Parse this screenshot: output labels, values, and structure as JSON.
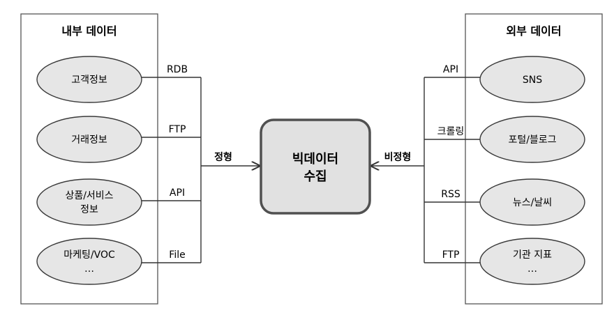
{
  "internal": {
    "title": "내부 데이터",
    "sources": [
      {
        "lines": [
          "고객정보"
        ],
        "protocol": "RDB"
      },
      {
        "lines": [
          "거래정보"
        ],
        "protocol": "FTP"
      },
      {
        "lines": [
          "상품/서비스",
          "정보"
        ],
        "protocol": "API"
      },
      {
        "lines": [
          "마케팅/VOC",
          "…"
        ],
        "protocol": "File"
      }
    ],
    "flow_label": "정형"
  },
  "external": {
    "title": "외부 데이터",
    "sources": [
      {
        "lines": [
          "SNS"
        ],
        "protocol": "API"
      },
      {
        "lines": [
          "포털/블로그"
        ],
        "protocol": "크롤링"
      },
      {
        "lines": [
          "뉴스/날씨"
        ],
        "protocol": "RSS"
      },
      {
        "lines": [
          "기관 지표",
          "…"
        ],
        "protocol": "FTP"
      }
    ],
    "flow_label": "비정형"
  },
  "hub": {
    "lines": [
      "빅데이터",
      "수집"
    ]
  },
  "colors": {
    "panel_border": "#555555",
    "node_fill": "#e6e6e6",
    "node_stroke": "#3a3a3a",
    "hub_fill": "#e1e1e1",
    "hub_stroke": "#505050",
    "line": "#333333"
  }
}
